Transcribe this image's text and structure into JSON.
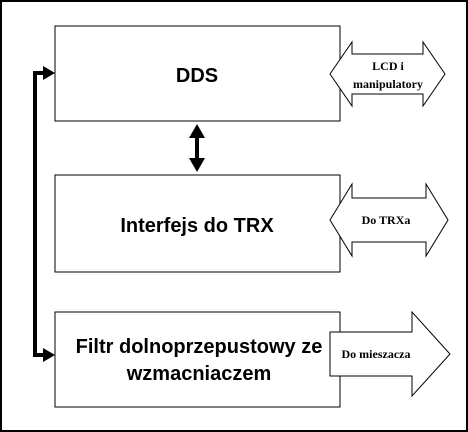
{
  "blocks": {
    "dds": {
      "label": "DDS"
    },
    "interface": {
      "label": "Interfejs do TRX"
    },
    "filter": {
      "line1": "Filtr dolnoprzepustowy ze",
      "line2": "wzmacniaczem"
    }
  },
  "connectors": {
    "lcd": {
      "line1": "LCD i",
      "line2": "manipulatory"
    },
    "trx": {
      "label": "Do TRXa"
    },
    "mixer": {
      "label": "Do mieszacza"
    }
  }
}
